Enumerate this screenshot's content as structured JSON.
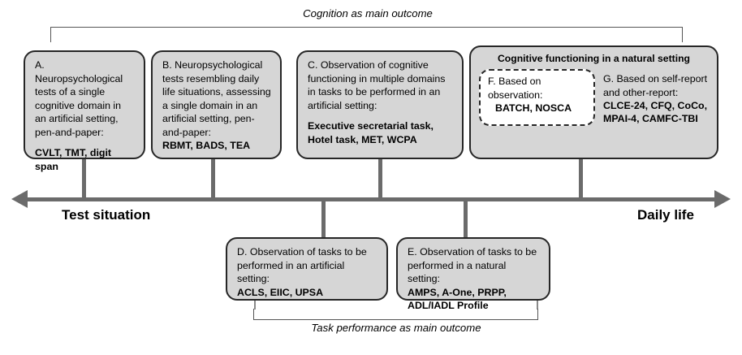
{
  "diagram": {
    "title_top": "Cognition as main outcome",
    "title_bottom": "Task performance as main outcome",
    "axis": {
      "left_label": "Test situation",
      "right_label": "Daily life",
      "left_arrow": "arrow-left-icon",
      "right_arrow": "arrow-right-icon"
    },
    "boxes": {
      "a": {
        "id": "A",
        "body": "A. Neuropsychological tests of a single cognitive domain in an artificial setting, pen-and-paper:",
        "instruments": "CVLT, TMT, digit span"
      },
      "b": {
        "id": "B",
        "body": "B. Neuropsychological tests resembling daily life situations, assessing a single domain in an artificial setting, pen-and-paper:",
        "instruments": "RBMT, BADS, TEA"
      },
      "c": {
        "id": "C",
        "body": "C. Observation of cognitive functioning in multiple domains in tasks to be performed in an artificial setting:",
        "instruments": "Executive secretarial task, Hotel task, MET, WCPA"
      },
      "d": {
        "id": "D",
        "body": "D. Observation of tasks to be performed in an artificial setting:",
        "instruments": "ACLS, EIIC, UPSA"
      },
      "e": {
        "id": "E",
        "body": "E. Observation of tasks to be performed in a natural setting:",
        "instruments": "AMPS, A-One, PRPP, ADL/IADL Profile"
      },
      "fg": {
        "heading": "Cognitive functioning in a natural setting",
        "f": {
          "id": "F",
          "body": "F. Based on observation:",
          "instruments": "BATCH, NOSCA"
        },
        "g": {
          "id": "G",
          "body": "G. Based on self-report and other-report:",
          "instruments": "CLCE-24, CFQ, CoCo, MPAI-4, CAMFC-TBI"
        }
      }
    },
    "colors": {
      "box_fill": "#d6d6d6",
      "box_border": "#262626",
      "connector": "#6b6b6b",
      "inner_fill": "#ffffff"
    }
  }
}
